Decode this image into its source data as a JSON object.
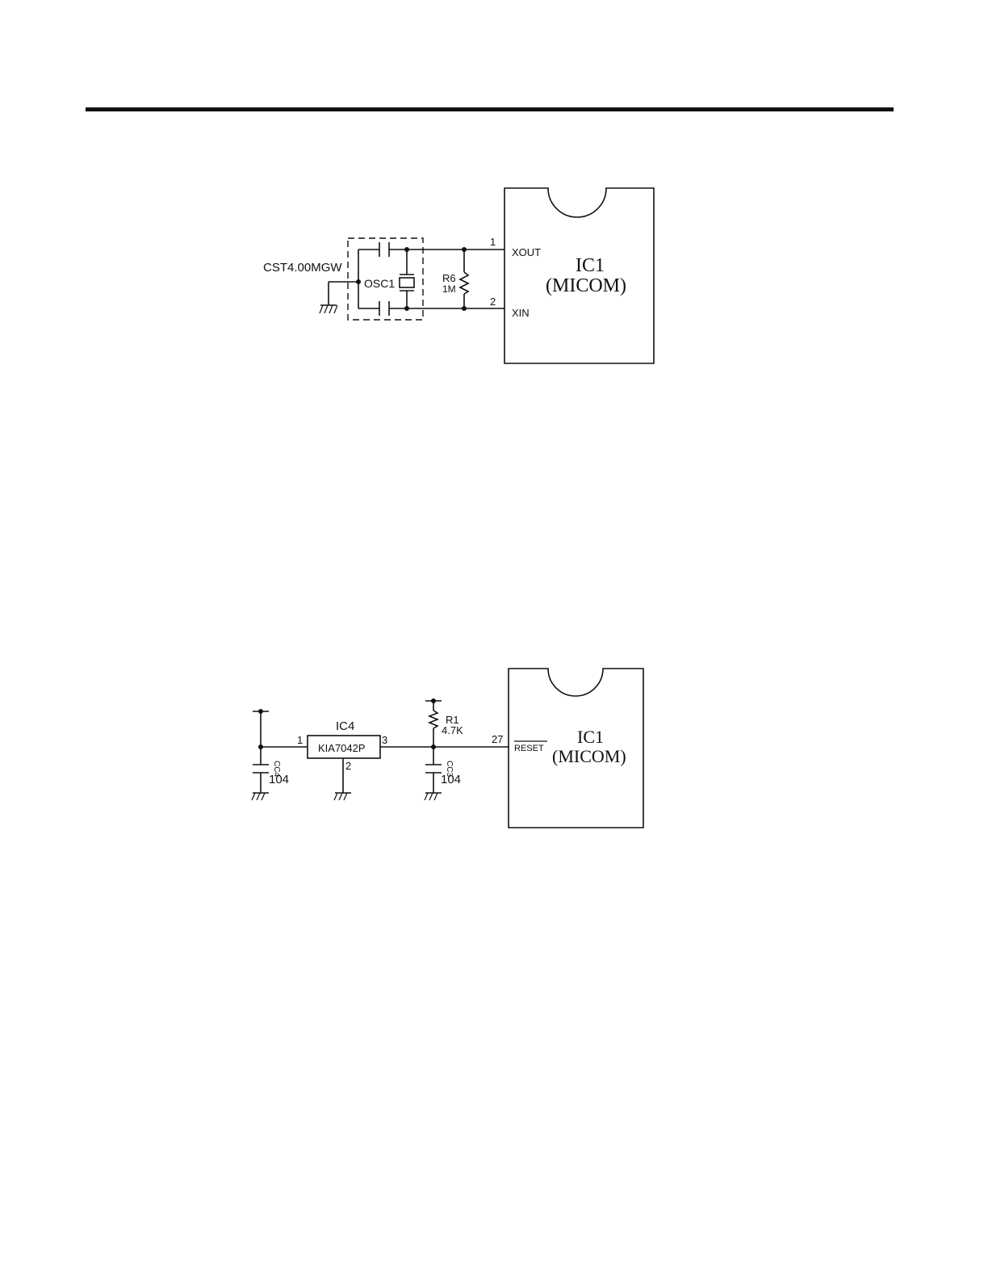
{
  "clock_circuit": {
    "resonator_part": "CST4.00MGW",
    "resonator_ref": "OSC1",
    "resistor_ref": "R6",
    "resistor_value": "1M",
    "pin_xout_num": "1",
    "pin_xout_name": "XOUT",
    "pin_xin_num": "2",
    "pin_xin_name": "XIN",
    "ic_ref": "IC1",
    "ic_name": "(MICOM)"
  },
  "reset_circuit": {
    "reset_ic_ref": "IC4",
    "reset_ic_part": "KIA7042P",
    "reset_ic_pin1": "1",
    "reset_ic_pin2": "2",
    "reset_ic_pin3": "3",
    "resistor_ref": "R1",
    "resistor_value": "4.7K",
    "cap_left_ref": "CC4",
    "cap_left_value": "104",
    "cap_right_ref": "CC3",
    "cap_right_value": "104",
    "pin_reset_num": "27",
    "pin_reset_name": "RESET",
    "ic_ref": "IC1",
    "ic_name": "(MICOM)"
  }
}
